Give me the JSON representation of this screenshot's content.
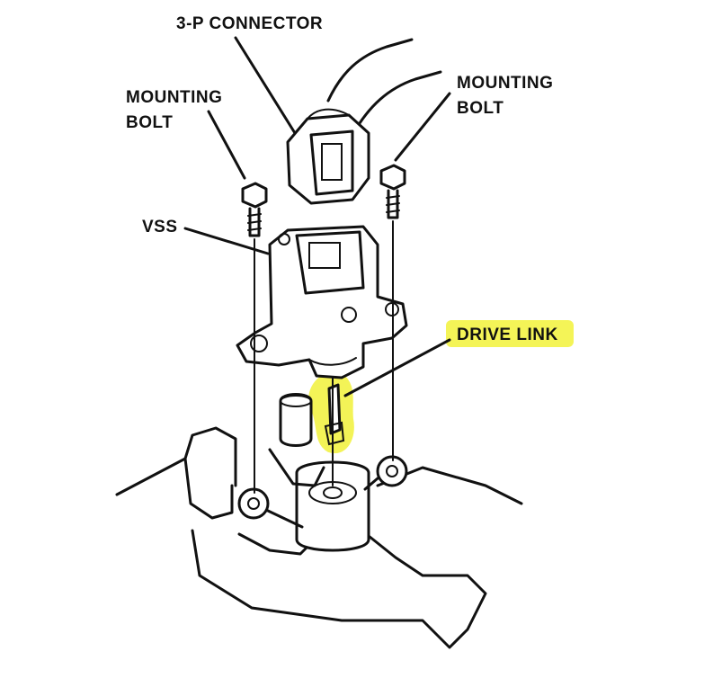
{
  "labels": {
    "connector": "3-P CONNECTOR",
    "bolt_left_line1": "MOUNTING",
    "bolt_left_line2": "BOLT",
    "bolt_right_line1": "MOUNTING",
    "bolt_right_line2": "BOLT",
    "vss": "VSS",
    "drive_link": "DRIVE LINK"
  },
  "colors": {
    "highlight": "#f2f23a",
    "ink": "#111111",
    "paper": "#ffffff"
  }
}
